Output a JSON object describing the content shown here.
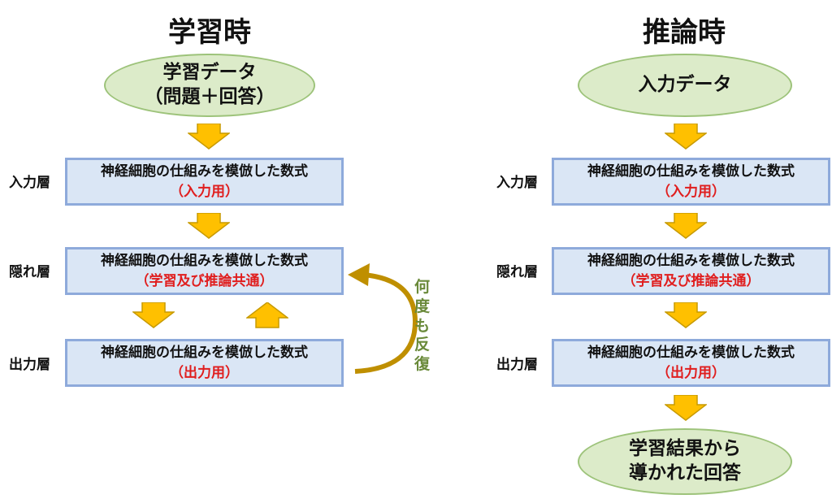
{
  "training": {
    "title": "学習時",
    "input_line1": "学習データ",
    "input_line2": "（問題＋回答）",
    "layers": [
      {
        "label": "入力層",
        "text": "神経細胞の仕組みを模倣した数式",
        "sub": "（入力用）"
      },
      {
        "label": "隠れ層",
        "text": "神経細胞の仕組みを模倣した数式",
        "sub": "（学習及び推論共通）"
      },
      {
        "label": "出力層",
        "text": "神経細胞の仕組みを模倣した数式",
        "sub": "（出力用）"
      }
    ],
    "loop_label": [
      "何",
      "度",
      "も",
      "反",
      "復"
    ]
  },
  "inference": {
    "title": "推論時",
    "input": "入力データ",
    "layers": [
      {
        "label": "入力層",
        "text": "神経細胞の仕組みを模倣した数式",
        "sub": "（入力用）"
      },
      {
        "label": "隠れ層",
        "text": "神経細胞の仕組みを模倣した数式",
        "sub": "（学習及び推論共通）"
      },
      {
        "label": "出力層",
        "text": "神経細胞の仕組みを模倣した数式",
        "sub": "（出力用）"
      }
    ],
    "output_line1": "学習結果から",
    "output_line2": "導かれた回答"
  },
  "colors": {
    "arrow_fill": "#ffc000",
    "arrow_stroke": "#c79a00",
    "loop_arrow": "#bf8f00",
    "ellipse_fill": "#dcebc9",
    "box_fill": "#dae6f5",
    "accent_red": "#e01e1e"
  }
}
